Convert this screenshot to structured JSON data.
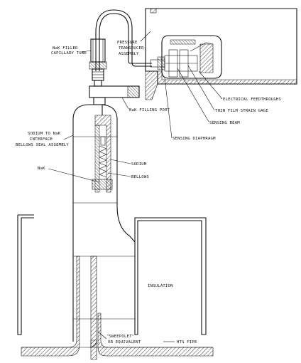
{
  "labels": {
    "nak_capillary_1": "NaK FILLED",
    "nak_capillary_2": "CAPILLARY TUBE",
    "transducer_1": "PRESSURE",
    "transducer_2": "TRANSDUCER",
    "transducer_3": "ASSEMBLY",
    "feedthroughs": "ELECTRICAL FEEDTHROUGHS",
    "strain_gage": "THIN FILM STRAIN GAGE",
    "sensing_beam": "SENSING BEAM",
    "fill_port": "NaK FILLING PORT",
    "sensing_diaphragm": "SENSING DIAPHRAGM",
    "interface_1": "SODIUM TO NaK",
    "interface_2": "INTERFACE",
    "interface_3": "BELLOWS SEAL ASSEMBLY",
    "sodium": "SODIUM",
    "nak": "NaK",
    "bellows": "BELLOWS",
    "insulation": "INSULATION",
    "sweepolet_1": "\"SWEEPOLET\"",
    "sweepolet_2": "OR EQUIVALENT",
    "hts_pipe": "HTS PIPE"
  }
}
